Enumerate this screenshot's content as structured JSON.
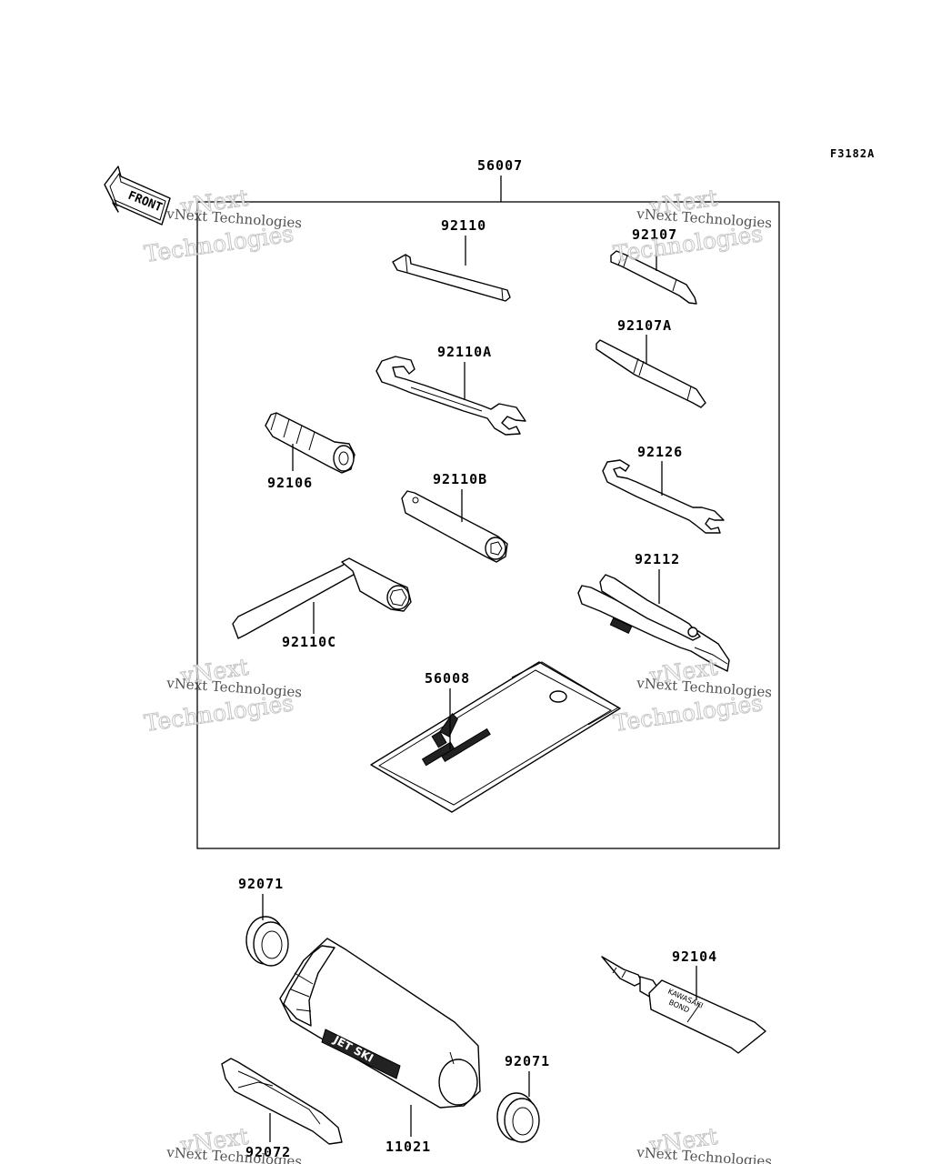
{
  "diagram": {
    "code": "F3182A",
    "front_label": "FRONT",
    "kit_label": "56007",
    "parts": {
      "allen_key": "92110",
      "screwdriver_bit": "92107",
      "screwdriver_bit_a": "92107A",
      "wrench_a": "92110A",
      "socket_driver": "92106",
      "wrench_small": "92126",
      "box_wrench_b": "92110B",
      "pliers": "92112",
      "plug_wrench_c": "92110C",
      "tool_bag": "56008",
      "grommet_top": "92071",
      "bond_tube": "92104",
      "grommet_bottom": "92071",
      "tool_case": "11021",
      "case_band": "92072"
    },
    "watermark": {
      "line1": "vNext Technologies",
      "line2": "vNext",
      "line3": "Technologies"
    },
    "print": {
      "tube_brand": "KAWASAKI",
      "tube_product": "BOND",
      "case_brand": "JET SKI"
    }
  }
}
